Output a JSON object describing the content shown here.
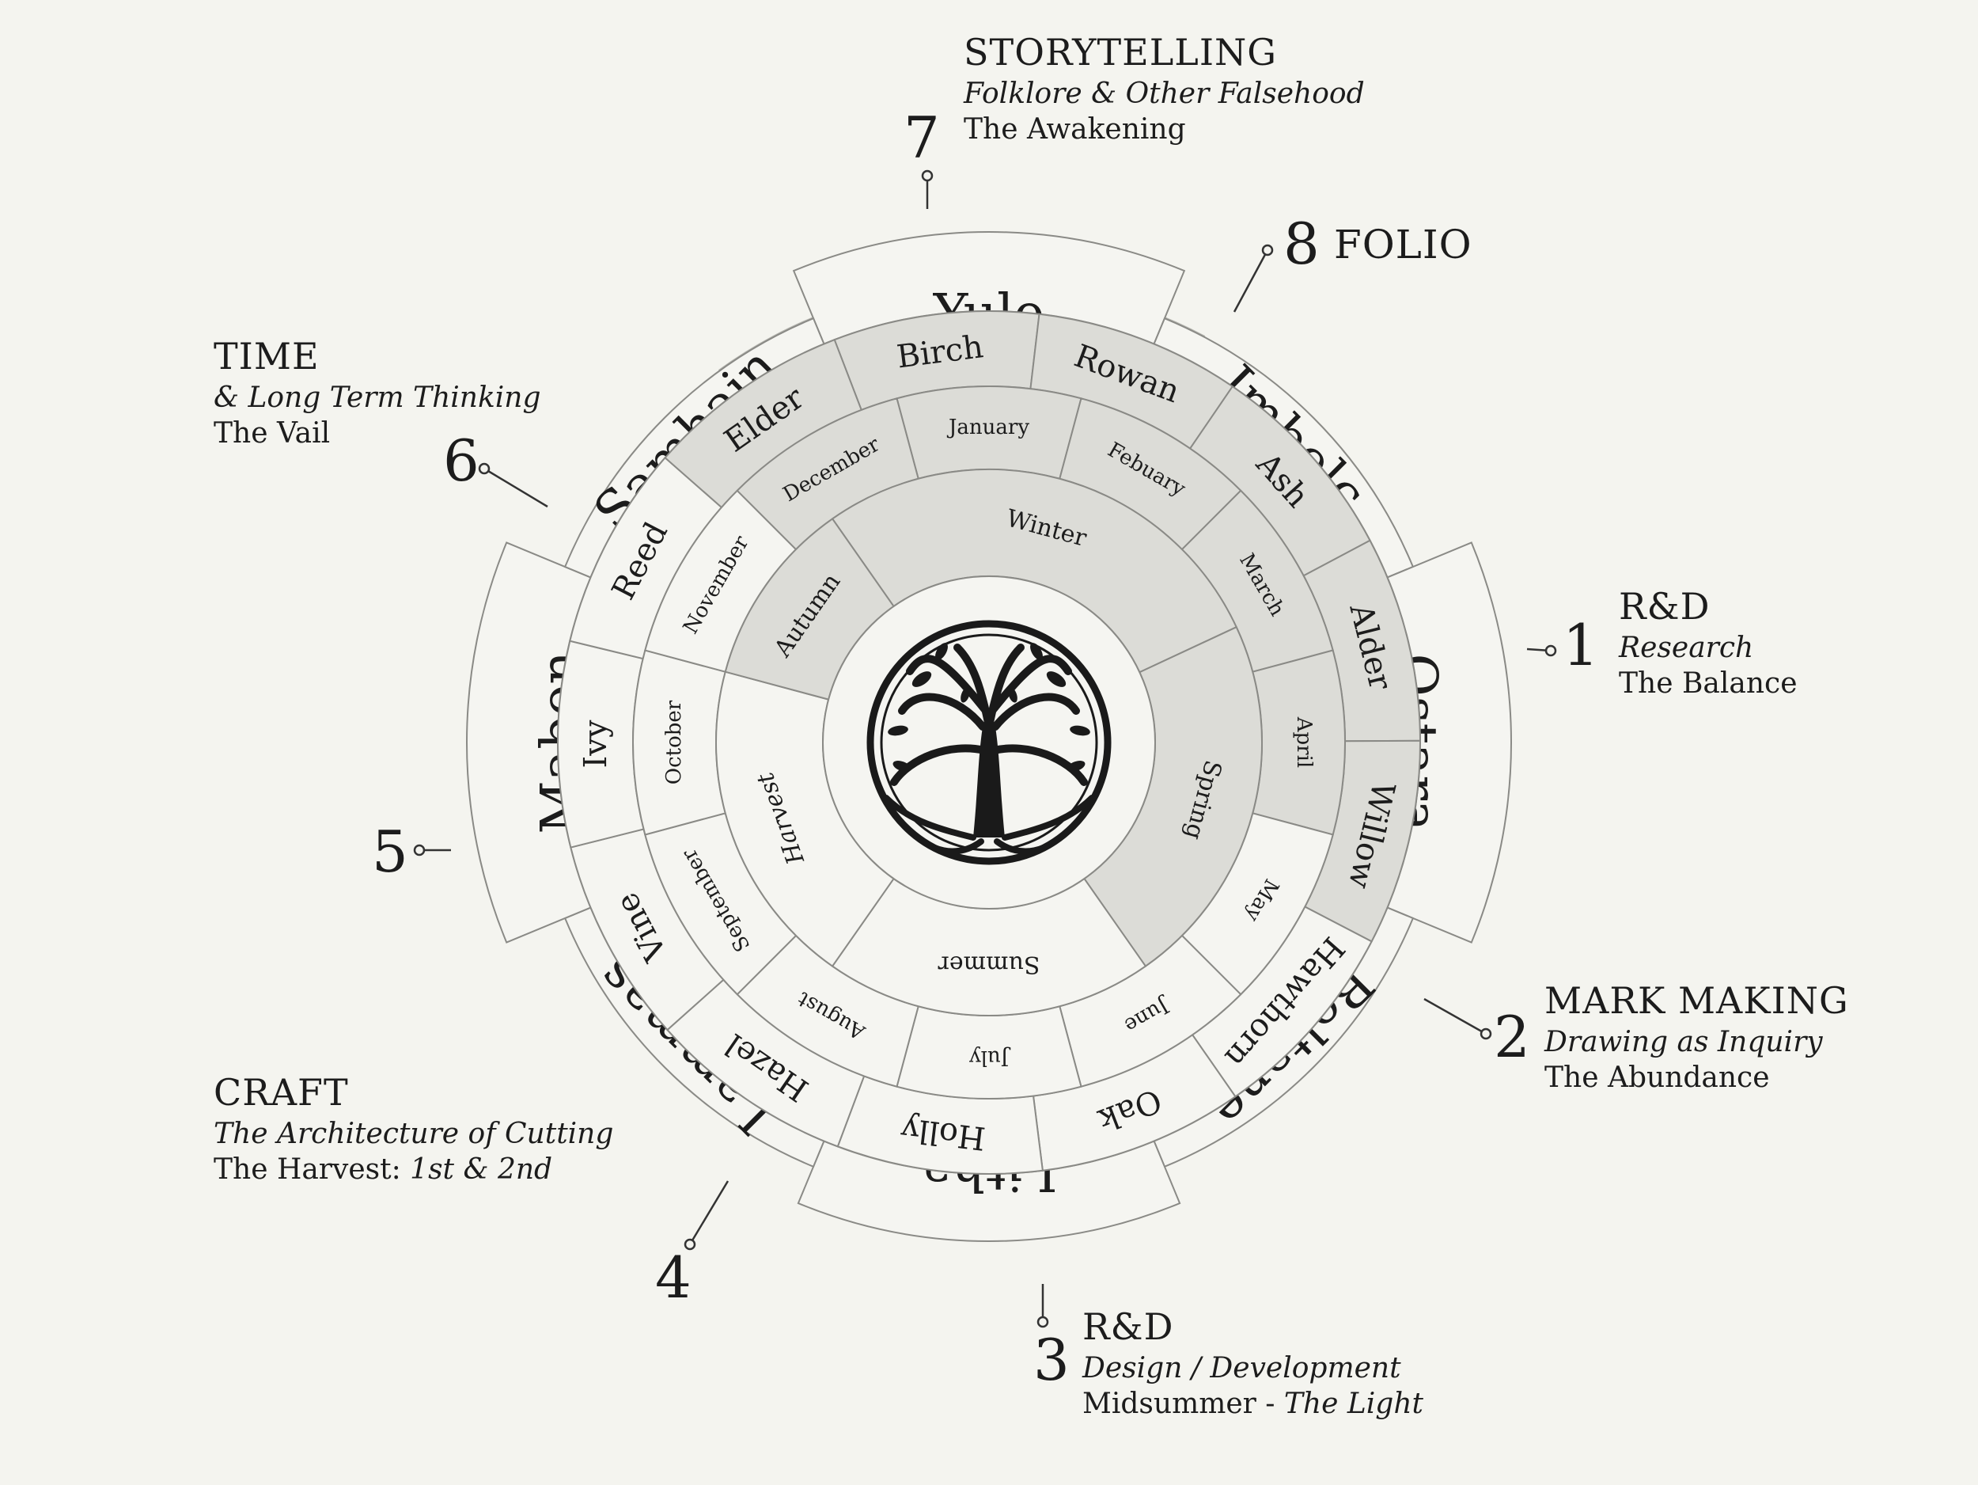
{
  "festivals": [
    "Yule",
    "Imbolc",
    "Ostara",
    "Beltane",
    "Litha",
    "Lammas",
    "Mabon",
    "Samhain"
  ],
  "trees": [
    "Birch",
    "Rowan",
    "Ash",
    "Alder",
    "Willow",
    "Hawthorn",
    "Oak",
    "Holly",
    "Hazel",
    "Vine",
    "Ivy",
    "Reed",
    "Elder"
  ],
  "months": [
    "January",
    "Febuary",
    "March",
    "April",
    "May",
    "June",
    "July",
    "August",
    "September",
    "October",
    "November",
    "December"
  ],
  "seasons": [
    "Winter",
    "Spring",
    "Summer",
    "Harvest",
    "Autumn"
  ],
  "colors": {
    "background": "#f4f4ef",
    "segment_fill": "#f5f5f1",
    "shaded_fill": "#dcdcd7",
    "folio_band": "#b8b8b2",
    "line": "#8a8a86",
    "text": "#1c1c1c"
  },
  "icons": {
    "center": "tree-of-life-icon"
  },
  "callouts": [
    {
      "id": "1",
      "number": "1",
      "title": "R&D",
      "subtitle": "Research",
      "theme": "The Balance"
    },
    {
      "id": "2",
      "number": "2",
      "title": "MARK MAKING",
      "subtitle": "Drawing as Inquiry",
      "theme": "The Abundance"
    },
    {
      "id": "3",
      "number": "3",
      "title": "R&D",
      "subtitle": "Design / Development",
      "theme_main": "Midsummer - ",
      "theme_italic": "The Light"
    },
    {
      "id": "4",
      "number": "4",
      "title": "CRAFT",
      "subtitle": "The Architecture of Cutting",
      "theme_main": "The Harvest: ",
      "theme_italic": "1st & 2nd"
    },
    {
      "id": "5",
      "number": "5"
    },
    {
      "id": "6",
      "number": "6",
      "title": "TIME",
      "subtitle": "& Long Term Thinking",
      "theme": "The Vail"
    },
    {
      "id": "7",
      "number": "7",
      "title": "STORYTELLING",
      "subtitle": "Folklore & Other Falsehood",
      "theme": "The Awakening"
    },
    {
      "id": "8",
      "number": "8",
      "title": "FOLIO"
    }
  ]
}
